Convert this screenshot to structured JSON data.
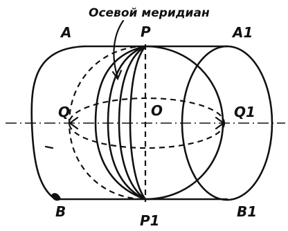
{
  "caption": "Осевой меридиан",
  "labels": {
    "A": "A",
    "A1": "A1",
    "B": "B",
    "B1": "B1",
    "P": "P",
    "P1": "P1",
    "Q": "Q",
    "Q1": "Q1",
    "O": "O"
  }
}
